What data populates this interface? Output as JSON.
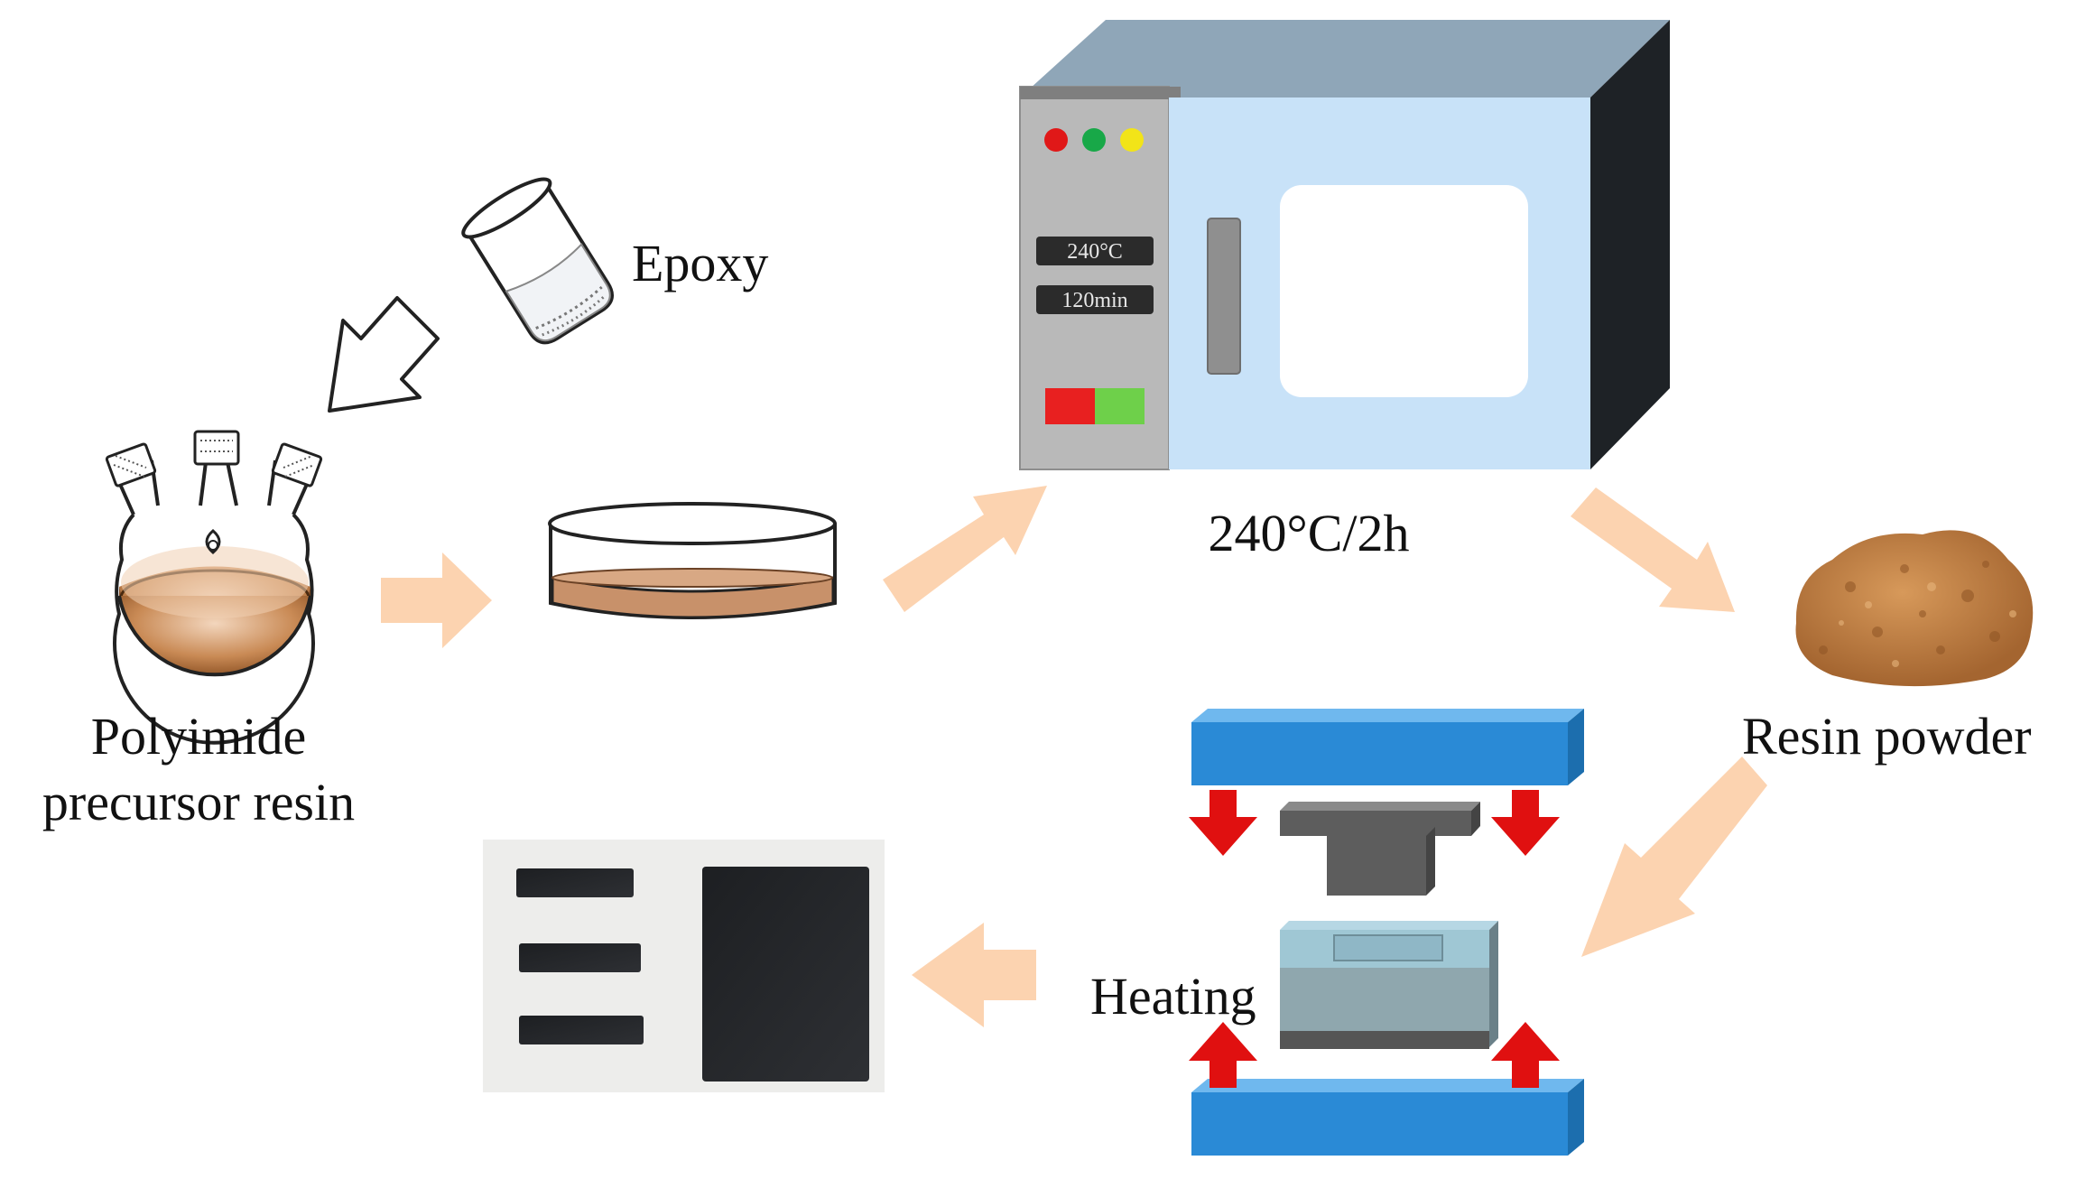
{
  "labels": {
    "epoxy": "Epoxy",
    "polyimide_line1": "Polyimide",
    "polyimide_line2": "precursor resin",
    "oven_condition": "240°C/2h",
    "resin_powder": "Resin powder",
    "heating": "Heating"
  },
  "oven": {
    "display_temp": "240°C",
    "display_time": "120min"
  },
  "colors": {
    "flow_arrow": "#fcd3b0",
    "resin": "#c8916a",
    "oven_window_frame": "#c8e2f8",
    "oven_top": "#8fa6b8",
    "oven_side": "#1e2226",
    "press_plate": "#2a8ad6",
    "press_arrow": "#e01010",
    "powder": "#b97a3f"
  }
}
